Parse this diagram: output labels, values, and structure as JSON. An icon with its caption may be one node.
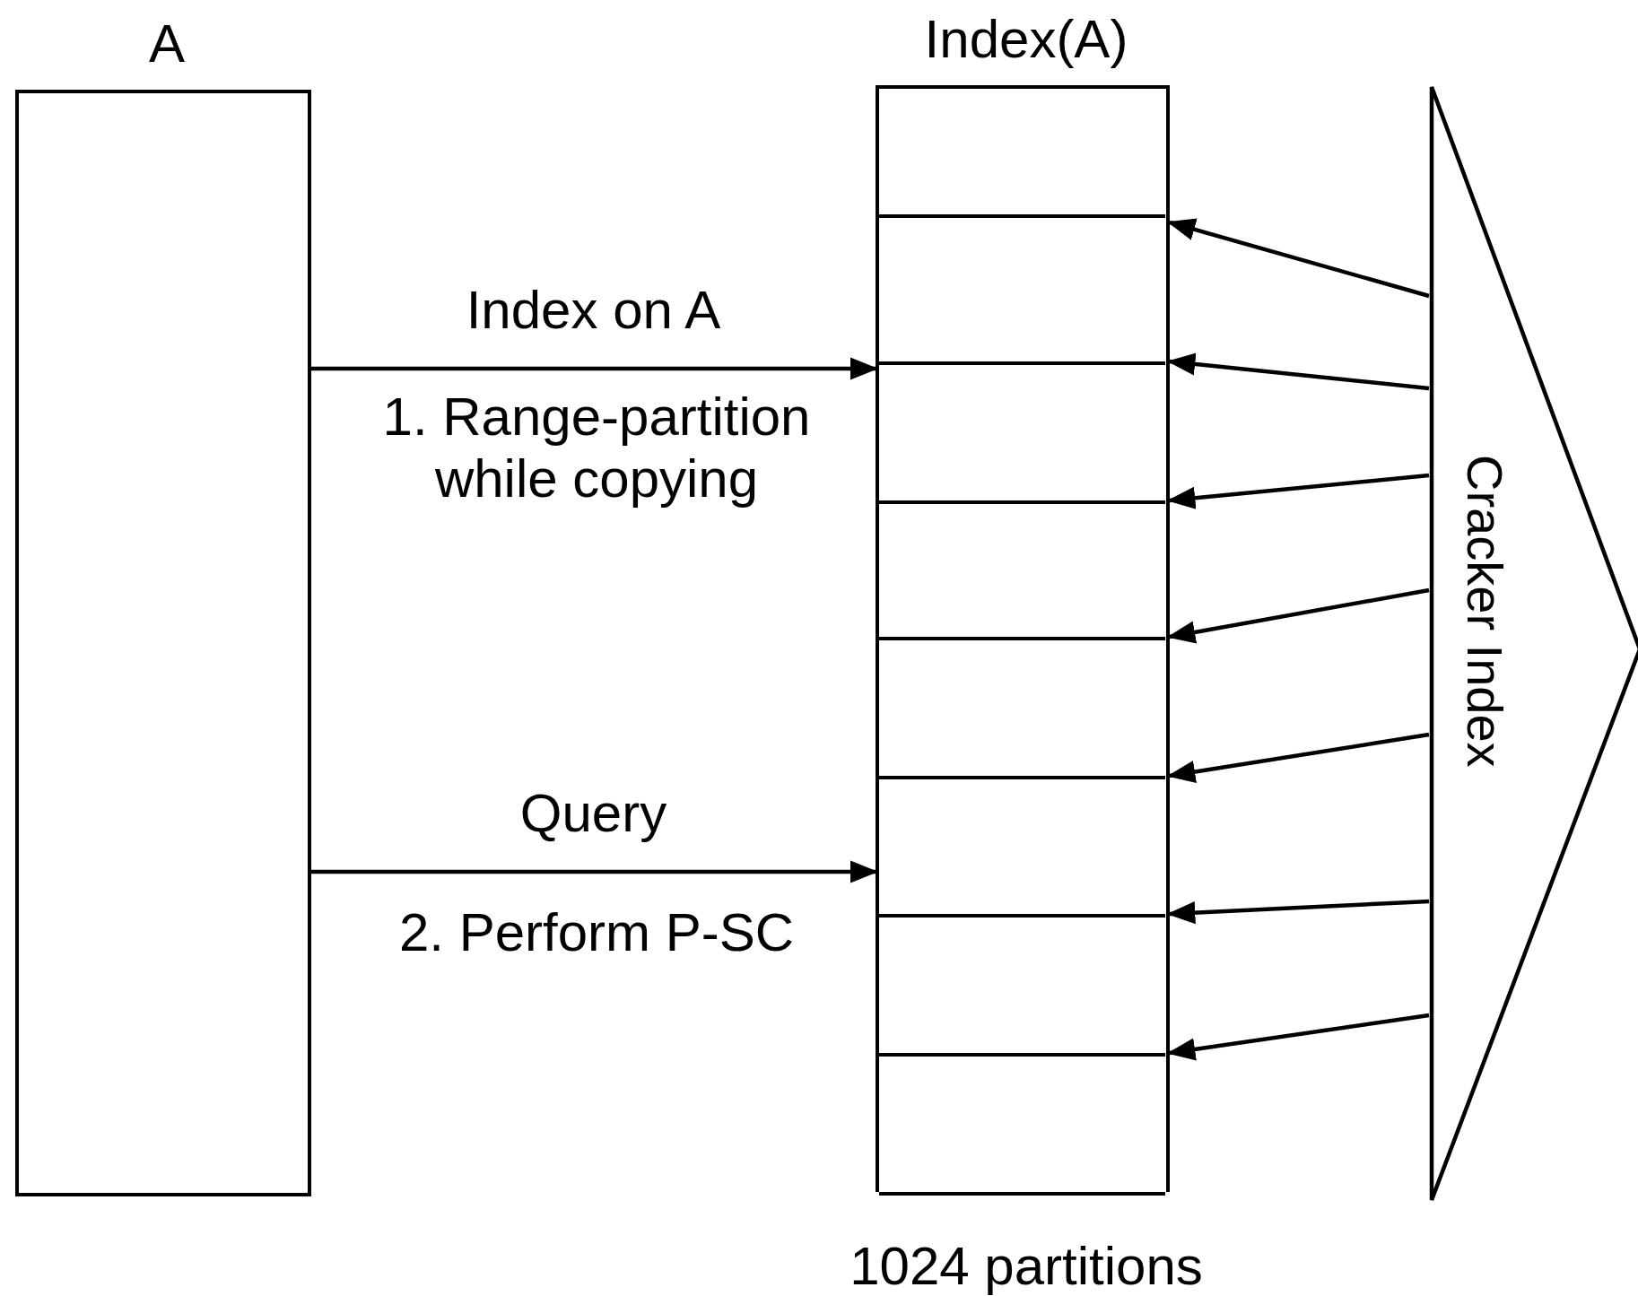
{
  "diagram": {
    "nodes": [
      {
        "text": [
          "A"
        ]
      },
      {
        "text": [
          "Index(A)"
        ],
        "beside": [
          "1024 partitions"
        ]
      },
      {
        "text": [],
        "shape": "box",
        "in": 1
      },
      {
        "text": [],
        "shape": "box",
        "in": 1
      },
      {
        "text": [],
        "shape": "box",
        "in": 1
      },
      {
        "text": [],
        "shape": "box",
        "in": 1
      },
      {
        "text": [],
        "shape": "box",
        "in": 1
      },
      {
        "text": [],
        "shape": "box",
        "in": 1
      },
      {
        "text": [],
        "shape": "box",
        "in": 1
      },
      {
        "text": [],
        "shape": "box",
        "in": 1
      },
      {
        "text": [
          "Cracker Index"
        ]
      }
    ],
    "edges": [
      {
        "from": 0,
        "to": 1,
        "arrow": "to",
        "label": "Index on A"
      },
      {
        "from": 0,
        "to": 1,
        "arrow": "to",
        "label": "Query"
      },
      {
        "from": 10,
        "to": 3,
        "arrow": "to"
      },
      {
        "from": 10,
        "to": 4,
        "arrow": "to"
      },
      {
        "from": 10,
        "to": 5,
        "arrow": "to"
      },
      {
        "from": 10,
        "to": 6,
        "arrow": "to"
      },
      {
        "from": 10,
        "to": 7,
        "arrow": "to"
      },
      {
        "from": 10,
        "to": 8,
        "arrow": "to"
      },
      {
        "from": 10,
        "to": 9,
        "arrow": "to"
      }
    ],
    "labels": [
      "1. Range-partition while copying",
      "2. Perform P-SC"
    ]
  }
}
